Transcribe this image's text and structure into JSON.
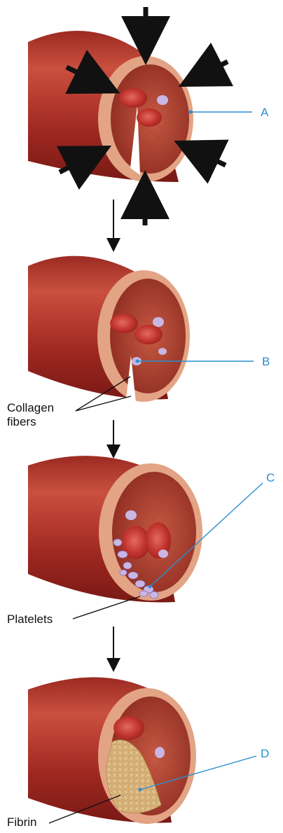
{
  "labels": {
    "a": "A",
    "b": "B",
    "c": "C",
    "d": "D",
    "collagen_line1": "Collagen",
    "collagen_line2": "fibers",
    "platelets": "Platelets",
    "fibrin": "Fibrin"
  },
  "colors": {
    "vessel_dark": "#8e1f1a",
    "vessel_mid": "#b8382c",
    "vessel_light": "#d9735e",
    "wall_ring": "#e8a889",
    "lumen": "#b44a36",
    "rbc": "#c63a33",
    "platelet": "#c9b6e4",
    "fibrin": "#d1b077",
    "leader_blue": "#2a8fd0",
    "leader_black": "#111111",
    "arrow": "#111111"
  },
  "icons": {
    "pressure_arrows": "arrow-icon",
    "step_arrows": "down-arrow-icon"
  }
}
